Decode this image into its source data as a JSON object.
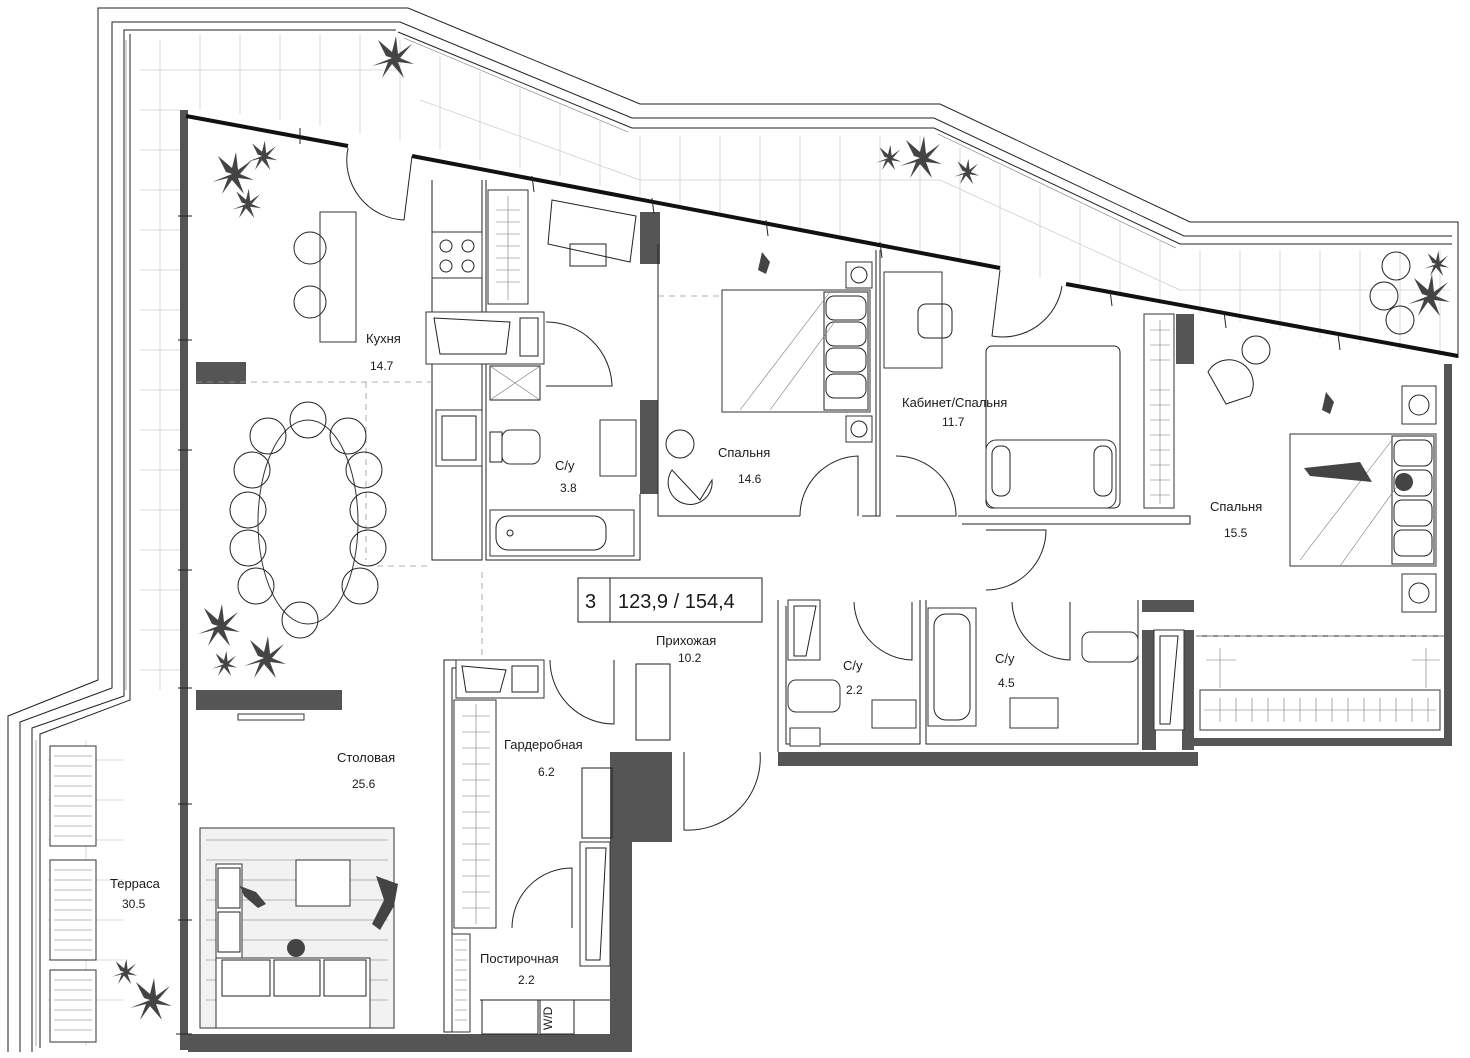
{
  "unit": {
    "rooms_count": "3",
    "area_text": "123,9 / 154,4"
  },
  "rooms": {
    "kitchen": {
      "name": "Кухня",
      "area": "14.7"
    },
    "bathroom1": {
      "name": "С/у",
      "area": "3.8"
    },
    "bedroom1": {
      "name": "Спальня",
      "area": "14.6"
    },
    "study": {
      "name": "Кабинет/Спальня",
      "area": "11.7"
    },
    "bedroom2": {
      "name": "Спальня",
      "area": "15.5"
    },
    "hallway": {
      "name": "Прихожая",
      "area": "10.2"
    },
    "bathroom2": {
      "name": "С/у",
      "area": "2.2"
    },
    "bathroom3": {
      "name": "С/у",
      "area": "4.5"
    },
    "wardrobe": {
      "name": "Гардеробная",
      "area": "6.2"
    },
    "dining": {
      "name": "Столовая",
      "area": "25.6"
    },
    "laundry": {
      "name": "Постирочная",
      "area": "2.2"
    },
    "terrace": {
      "name": "Терраса",
      "area": "30.5"
    }
  },
  "appliances": {
    "washer_label": "W/D"
  },
  "icons": [
    "plant-icon",
    "door-swing-icon",
    "bathtub-icon",
    "toilet-icon",
    "sink-icon",
    "bed-icon",
    "sofa-icon",
    "wardrobe-icon",
    "window-icon"
  ],
  "colors": {
    "wall": "#555555",
    "line": "#222222",
    "tile": "#cfcfcf",
    "background": "#ffffff"
  }
}
